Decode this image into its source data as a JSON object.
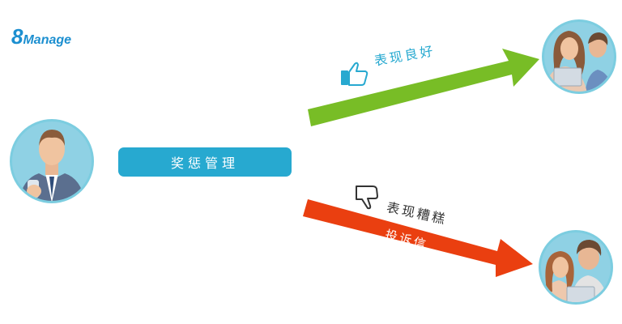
{
  "logo": {
    "number": "8",
    "name": "Manage",
    "color": "#1c8fd0"
  },
  "center_box": {
    "label": "奖惩管理",
    "color": "#27a9d0"
  },
  "good_branch": {
    "label": "表现良好",
    "icon": "thumbs-up-icon",
    "arrow_color": "#78bd26",
    "label_color": "#27a9d0"
  },
  "bad_branch": {
    "label": "表现糟糕",
    "icon": "thumbs-down-icon",
    "arrow_color": "#ea3f10",
    "arrow_text": "投诉信",
    "label_color": "#333333"
  },
  "avatars": {
    "manager": "manager-avatar",
    "happy_clients": "happy-clients-avatar",
    "unhappy_clients": "unhappy-clients-avatar",
    "ring_color": "#7ccde0"
  }
}
